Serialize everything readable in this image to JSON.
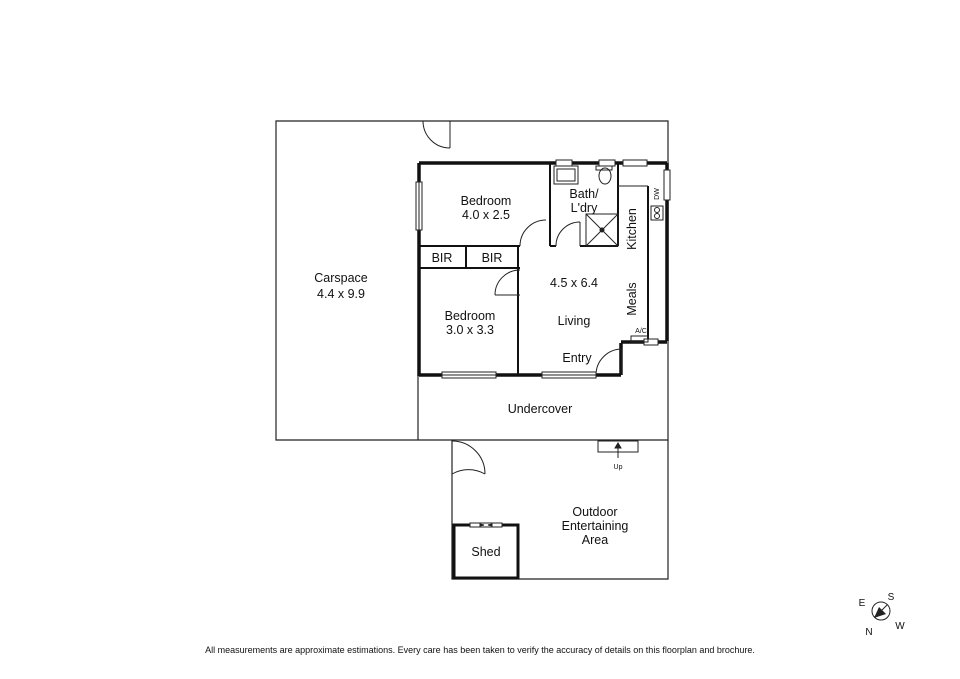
{
  "rooms": {
    "carspace": {
      "name": "Carspace",
      "size": "4.4 x 9.9"
    },
    "bedroom1": {
      "name": "Bedroom",
      "size": "4.0 x 2.5"
    },
    "bedroom2": {
      "name": "Bedroom",
      "size": "3.0 x 3.3"
    },
    "bir1": "BIR",
    "bir2": "BIR",
    "bath": {
      "line1": "Bath/",
      "line2": "L'dry"
    },
    "kitchen": "Kitchen",
    "meals": "Meals",
    "living": {
      "size": "4.5 x 6.4",
      "name": "Living"
    },
    "entry": "Entry",
    "undercover": "Undercover",
    "outdoor": {
      "line1": "Outdoor",
      "line2": "Entertaining",
      "line3": "Area"
    },
    "shed": "Shed"
  },
  "fixtures": {
    "dw": "DW",
    "ac": "A/C",
    "up": "Up"
  },
  "compass": {
    "e": "E",
    "s": "S",
    "n": "N",
    "w": "W"
  },
  "disclaimer": "All measurements are approximate estimations. Every care has been taken to verify the accuracy of details on this floorplan and brochure."
}
